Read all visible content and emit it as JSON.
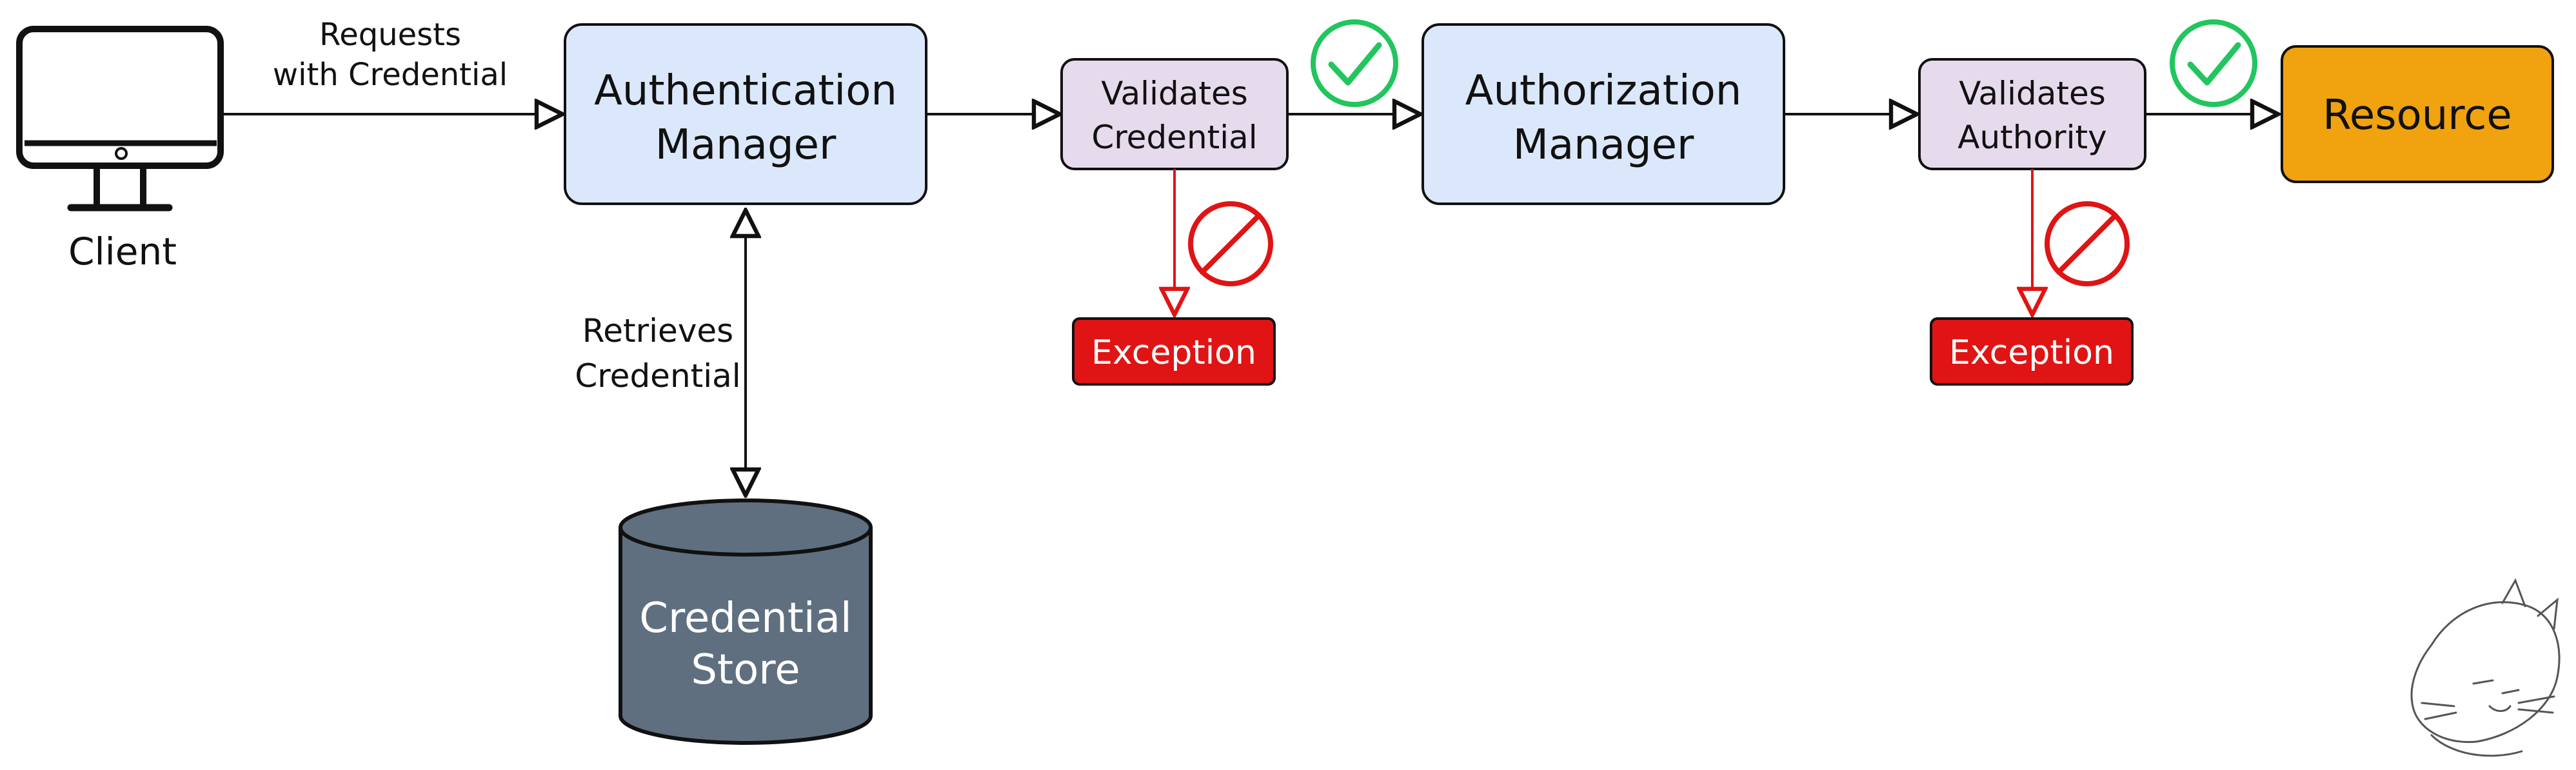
{
  "client": {
    "label": "Client"
  },
  "edges": {
    "requests": [
      "Requests",
      "with Credential"
    ],
    "retrieves": [
      "Retrieves",
      "Credential"
    ]
  },
  "auth_manager": {
    "line1": "Authentication",
    "line2": "Manager"
  },
  "validates_credential": {
    "line1": "Validates",
    "line2": "Credential"
  },
  "authz_manager": {
    "line1": "Authorization",
    "line2": "Manager"
  },
  "validates_authority": {
    "line1": "Validates",
    "line2": "Authority"
  },
  "resource": {
    "label": "Resource"
  },
  "store": {
    "line1": "Credential",
    "line2": "Store"
  },
  "exceptions": [
    "Exception",
    "Exception"
  ],
  "colors": {
    "manager_fill": "#dbe8fb",
    "validate_fill": "#e6dbec",
    "resource_fill": "#f0a20f",
    "exception_fill": "#e01414",
    "store_fill": "#5f6f80",
    "ok_green": "#22c55e",
    "deny_red": "#e01414"
  },
  "icons": [
    "monitor-icon",
    "check-circle-icon",
    "prohibited-icon",
    "cat-sketch-icon"
  ]
}
